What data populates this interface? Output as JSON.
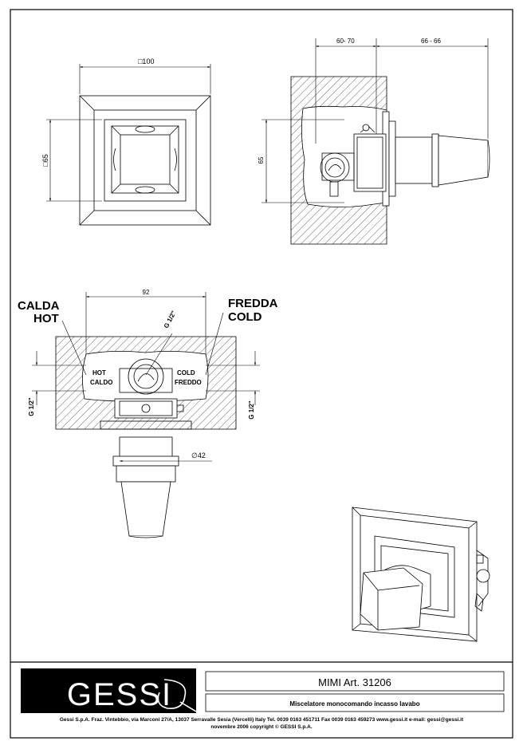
{
  "drawing": {
    "top_view": {
      "dim_width": "□100",
      "dim_height": "□65"
    },
    "side_view": {
      "dim_a": "60- 70",
      "dim_b": "66 - 66",
      "dim_height": "65"
    },
    "front_view": {
      "dim_width": "92",
      "label_hot_it": "CALDA",
      "label_hot_en": "HOT",
      "label_cold_it": "FREDDA",
      "label_cold_en": "COLD",
      "inner_hot_en": "HOT",
      "inner_hot_it": "CALDO",
      "inner_cold_en": "COLD",
      "inner_cold_it": "FREDDO",
      "thread_top": "G 1/2\"",
      "thread_left": "G 1/2\"",
      "thread_right": "G 1/2\"",
      "dim_diameter": "∅42"
    }
  },
  "title_block": {
    "logo_text": "GESSI",
    "product_name": "MIMI  Art. 31206",
    "product_description": "Miscelatore monocomando incasso lavabo",
    "company_address": "Gessi S.p.A. Fraz. Vintebbio, via Marconi 27/A, 13037 Serravalle Sesia (Vercelli) Italy Tel. 0039 0163 451711 Fax 0039 0163 459273 www.gessi.it  e-mail: gessi@gessi.it",
    "copyright": "novembre 2006 copyright © GESSI S.p.A."
  }
}
